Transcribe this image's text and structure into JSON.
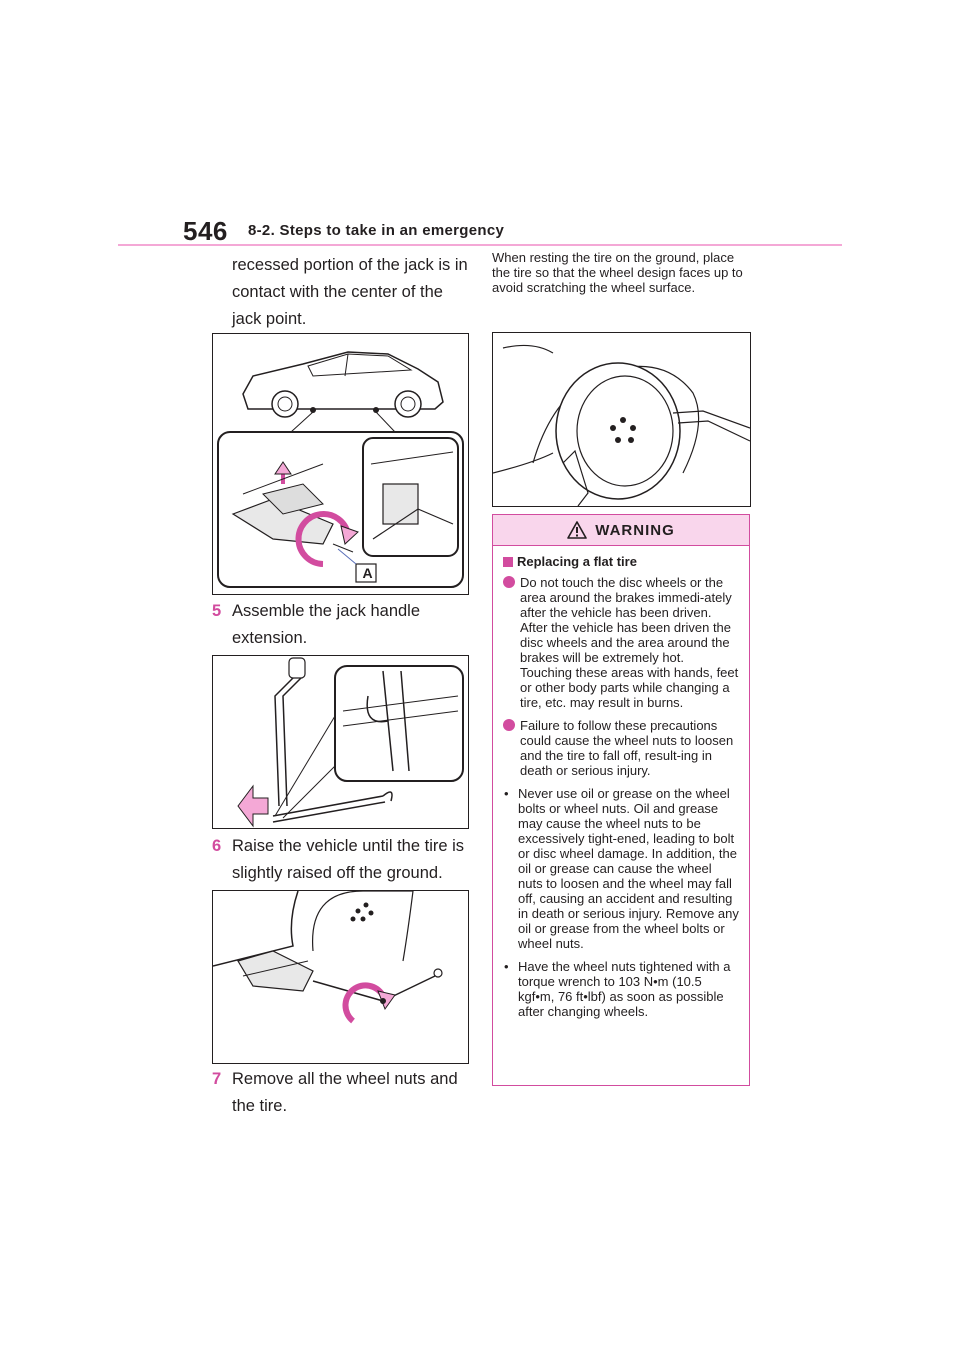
{
  "header": {
    "page_number": "546",
    "section": "8-2. Steps to take in an emergency"
  },
  "left": {
    "continuation": "recessed portion of the jack is in contact with the center of the jack point.",
    "figure1_label": "A",
    "step5": {
      "num": "5",
      "text": "Assemble the jack handle extension."
    },
    "step6": {
      "num": "6",
      "text": "Raise the vehicle until the tire is slightly raised off the ground."
    },
    "step7": {
      "num": "7",
      "text": "Remove all the wheel nuts and the tire."
    }
  },
  "right": {
    "note": "When resting the tire on the ground, place the tire so that the wheel design faces up to avoid scratching the wheel surface."
  },
  "warning": {
    "title": "WARNING",
    "subtitle": "Replacing a flat tire",
    "dot1": "Do not touch the disc wheels or the area around the brakes immedi-ately after the vehicle has been driven. After the vehicle has been driven the disc wheels and the area around the brakes will be extremely hot. Touching these areas with hands, feet or other body parts while changing a tire, etc. may result in burns.",
    "dot2": "Failure to follow these precautions could cause the wheel nuts to loosen and the tire to fall off, result-ing in death or serious injury.",
    "bullet_marker": "•",
    "bullet1": "Never use oil or grease on the wheel bolts or wheel nuts. Oil and grease may cause the wheel nuts to be excessively tight-ened, leading to bolt or disc wheel damage. In addition, the oil or grease can cause the wheel nuts to loosen and the wheel may fall off, causing an accident and resulting in death or serious injury. Remove any oil or grease from the wheel bolts or wheel nuts.",
    "bullet2": "Have the wheel nuts tightened with a torque wrench to 103 N•m (10.5 kgf•m, 76 ft•lbf) as soon as possible after changing wheels."
  },
  "colors": {
    "accent": "#d24c9f",
    "warning_bg": "#f9d6ec",
    "rule": "#f4a8d6"
  }
}
